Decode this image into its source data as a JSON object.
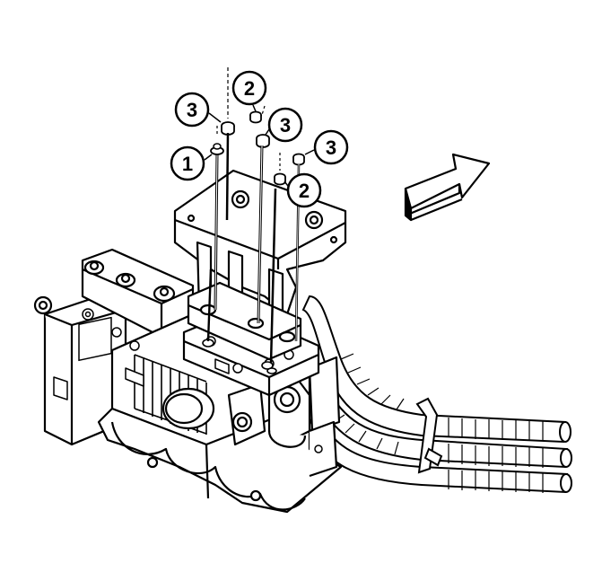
{
  "callouts": [
    {
      "id": "c1",
      "label": "1"
    },
    {
      "id": "c2a",
      "label": "2"
    },
    {
      "id": "c2b",
      "label": "2"
    },
    {
      "id": "c3a",
      "label": "3"
    },
    {
      "id": "c3b",
      "label": "3"
    },
    {
      "id": "c3c",
      "label": "3"
    }
  ],
  "colors": {
    "line": "#000000",
    "background": "#ffffff"
  },
  "icons": {
    "direction-arrow": "front-direction-arrow-icon"
  }
}
